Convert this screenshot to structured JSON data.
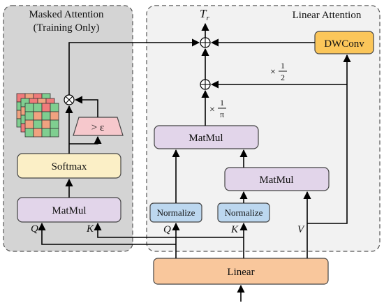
{
  "masked_panel": {
    "title_line1": "Masked Attention",
    "title_line2": "(Training Only)",
    "softmax_label": "Softmax",
    "matmul_label": "MatMul",
    "threshold_label": "> ε",
    "q_label": "Q",
    "k_label": "K"
  },
  "linear_panel": {
    "title": "Linear Attention",
    "output_label": "T",
    "output_subscript": "r",
    "dwconv_label": "DWConv",
    "matmul_top_label": "MatMul",
    "matmul_inner_label": "MatMul",
    "normalize_q_label": "Normalize",
    "normalize_k_label": "Normalize",
    "scale_half_prefix": "×",
    "scale_half_num": "1",
    "scale_half_den": "2",
    "scale_pi_prefix": "×",
    "scale_pi_num": "1",
    "scale_pi_den": "π",
    "q_label": "Q",
    "k_label": "K",
    "v_label": "V"
  },
  "linear_block_label": "Linear",
  "colors": {
    "masked_bg": "#d4d4d4",
    "linear_bg": "#f2f2f2",
    "matmul_fill": "#e2d5ea",
    "softmax_fill": "#fbefc6",
    "normalize_fill": "#bcd7ef",
    "dwconv_fill": "#fbc65a",
    "linear_fill": "#f9c79c",
    "threshold_fill": "#f6c8cc",
    "grid_green": "#7fce90",
    "grid_orange": "#f0a280",
    "grid_red": "#f07b7b"
  }
}
